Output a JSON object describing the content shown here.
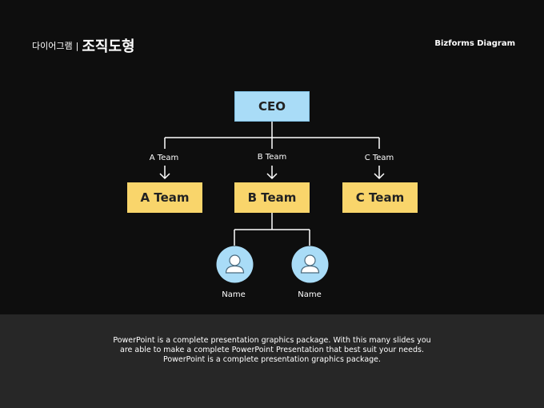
{
  "header": {
    "subtitle": "다이어그램",
    "separator": "|",
    "title": "조직도형",
    "brand": "Bizforms Diagram"
  },
  "org": {
    "root": "CEO",
    "branch_labels": [
      "A Team",
      "B Team",
      "C Team"
    ],
    "teams": [
      "A Team",
      "B Team",
      "C Team"
    ],
    "members": [
      "Name",
      "Name"
    ]
  },
  "footer": {
    "text": "PowerPoint is a complete presentation graphics package. With this many slides you are able to make a complete PowerPoint Presentation that best suit your needs. PowerPoint is a complete presentation graphics package."
  },
  "colors": {
    "root_fill": "#a9dcf7",
    "team_fill": "#f9d56b",
    "avatar_fill": "#a9dcf7",
    "connector": "#ffffff",
    "background": "#0e0e0e",
    "footer_band": "#272727"
  },
  "icons": {
    "member": "person-icon",
    "branch": "arrow-down-icon"
  }
}
